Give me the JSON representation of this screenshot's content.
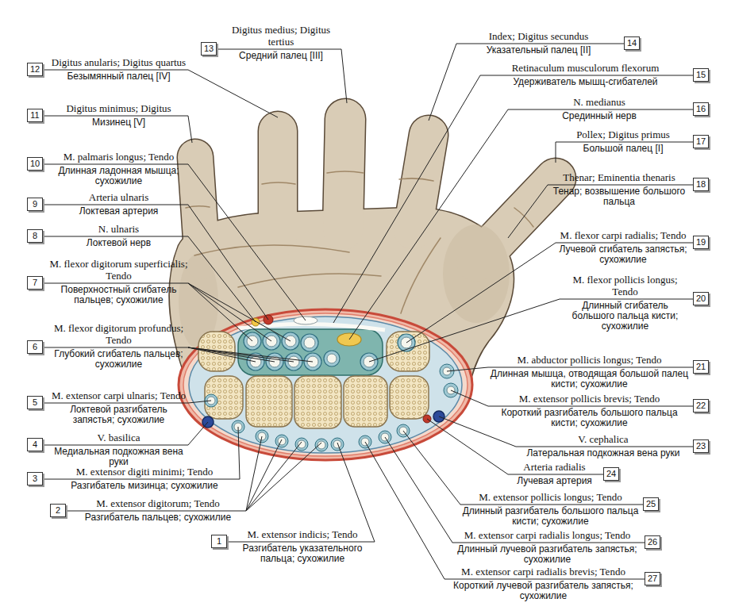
{
  "diagram": {
    "nodes": [
      {
        "text": [
          "1"
        ]
      },
      {
        "text": [
          "2"
        ]
      },
      {
        "text": [
          "3"
        ]
      },
      {
        "text": [
          "4"
        ]
      },
      {
        "text": [
          "5"
        ]
      },
      {
        "text": [
          "6"
        ]
      },
      {
        "text": [
          "7"
        ]
      },
      {
        "text": [
          "8"
        ]
      },
      {
        "text": [
          "9"
        ]
      },
      {
        "text": [
          "10"
        ]
      },
      {
        "text": [
          "11"
        ]
      },
      {
        "text": [
          "12"
        ]
      },
      {
        "text": [
          "13"
        ]
      },
      {
        "text": [
          "14"
        ]
      },
      {
        "text": [
          "15"
        ]
      },
      {
        "text": [
          "16"
        ]
      },
      {
        "text": [
          "17"
        ]
      },
      {
        "text": [
          "18"
        ]
      },
      {
        "text": [
          "19"
        ]
      },
      {
        "text": [
          "20"
        ]
      },
      {
        "text": [
          "21"
        ]
      },
      {
        "text": [
          "22"
        ]
      },
      {
        "text": [
          "23"
        ]
      },
      {
        "text": [
          "24"
        ]
      },
      {
        "text": [
          "25"
        ]
      },
      {
        "text": [
          "26"
        ]
      },
      {
        "text": [
          "27"
        ]
      }
    ],
    "labels": [
      "M. extensor indicis; Tendo",
      "Разгибатель указательного пальца; сухожилие",
      "M. extensor digitorum; Tendo",
      "Разгибатель пальцев; сухожилие",
      "M. extensor digiti minimi; Tendo",
      "Разгибатель мизинца; сухожилие",
      "V. basilica",
      "Медиальная подкожная вена руки",
      "M. extensor carpi ulnaris; Tendo",
      "Локтевой разгибатель запястья; сухожилие",
      "M. flexor digitorum profundus; Tendo",
      "Глубокий сгибатель пальцев; сухожилие",
      "M. flexor digitorum superficialis; Tendo",
      "Поверхностный сгибатель пальцев; сухожилие",
      "N. ulnaris",
      "Локтевой нерв",
      "Arteria ulnaris",
      "Локтевая артерия",
      "M. palmaris longus; Tendo",
      "Длинная ладонная мышца; сухожилие",
      "Digitus minimus; Digitus",
      "Мизинец [V]",
      "Digitus anularis; Digitus quartus",
      "Безымянный палец [IV]",
      "Digitus medius; Digitus tertius",
      "Средний палец [III]",
      "Index; Digitus secundus",
      "Указательный палец [II]",
      "Retinaculum musculorum flexorum",
      "Удерживатель мышц-сгибателей",
      "N. medianus",
      "Срединный нерв",
      "Pollex; Digitus primus",
      "Большой палец [I]",
      "Thenar; Eminentia thenaris",
      "Тенар; возвышение большого пальца",
      "M. flexor carpi radialis; Tendo",
      "Лучевой сгибатель запястья; сухожилие",
      "M. flexor pollicis longus; Tendo",
      "Длинный сгибатель большого пальца кисти; сухожилие",
      "M. abductor pollicis longus; Tendo",
      "Длинная мышца, отводящая большой палец кисти; сухожилие",
      "M. extensor pollicis brevis; Tendo",
      "Короткий разгибатель большого пальца кисти; сухожилие",
      "V. cephalica",
      "Латеральная подкожная вена руки",
      "Arteria radialis",
      "Лучевая артерия",
      "M. extensor pollicis longus; Tendo",
      "Длинный разгибатель большого пальца кисти; сухожилие",
      "M. extensor carpi radialis longus; Tendo",
      "Длинный лучевой разгибатель запястья; сухожилие",
      "M. extensor carpi radialis brevis; Tendo",
      "Короткий лучевой разгибатель запястья; сухожилие"
    ]
  }
}
